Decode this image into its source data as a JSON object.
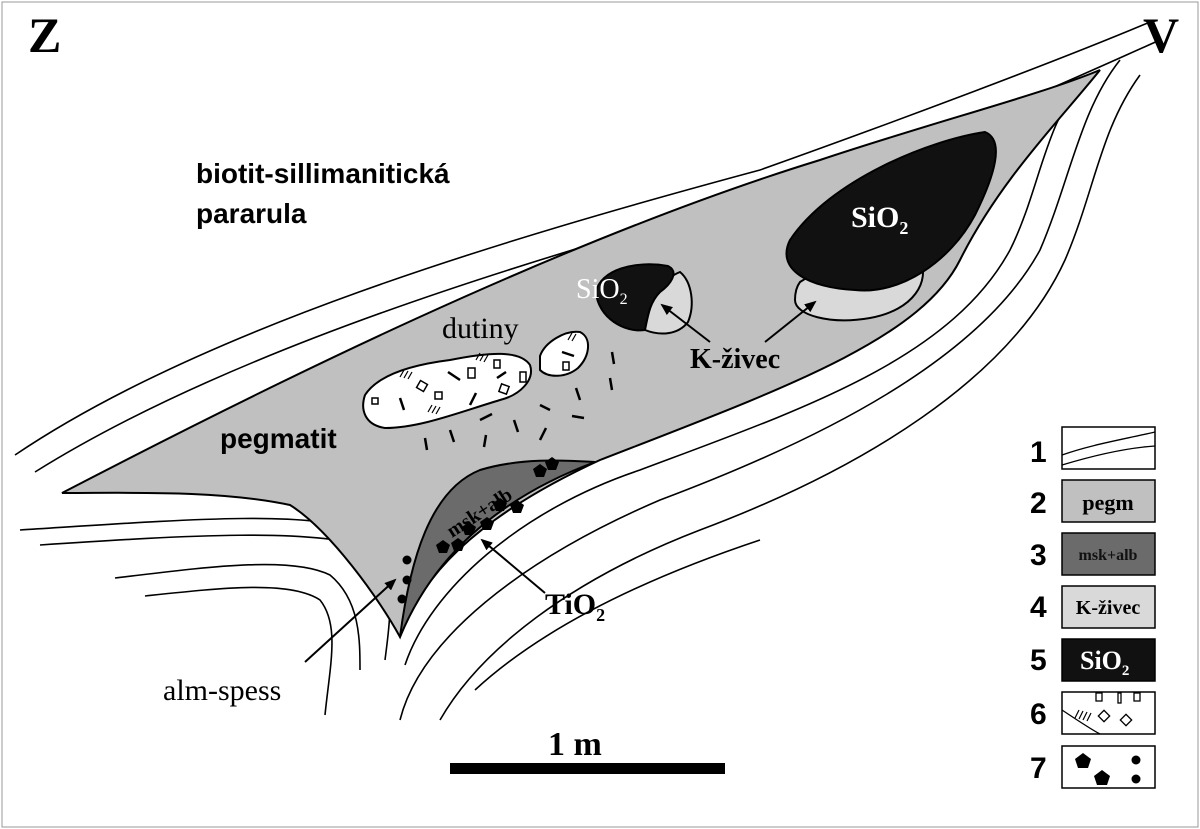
{
  "orientation": {
    "west": "Z",
    "east": "V"
  },
  "labels": {
    "host_rock_line1": "biotit-sillimanitická",
    "host_rock_line2": "pararula",
    "pegmatite": "pegmatit",
    "cavities": "dutiny",
    "quartz_core": "SiO",
    "quartz_sub": "2",
    "quartz_small": "SiO",
    "quartz_small_sub": "2",
    "k_feldspar": "K-živec",
    "muscovite_albite": "msk+alb",
    "rutile": "TiO",
    "rutile_sub": "2",
    "garnet": "alm-spess"
  },
  "scale_bar": {
    "label": "1 m"
  },
  "legend": {
    "items": [
      {
        "number": "1",
        "text": ""
      },
      {
        "number": "2",
        "text": "pegm"
      },
      {
        "number": "3",
        "text": "msk+alb"
      },
      {
        "number": "4",
        "text": "K-živec"
      },
      {
        "number": "5",
        "text": "SiO",
        "sub": "2"
      },
      {
        "number": "6",
        "text": ""
      },
      {
        "number": "7",
        "text": ""
      }
    ]
  },
  "colors": {
    "pegmatite": "#c0c0c0",
    "muscovite_albite": "#6b6b6b",
    "k_feldspar": "#d9d9d9",
    "quartz": "#111111",
    "outline": "#000000"
  }
}
